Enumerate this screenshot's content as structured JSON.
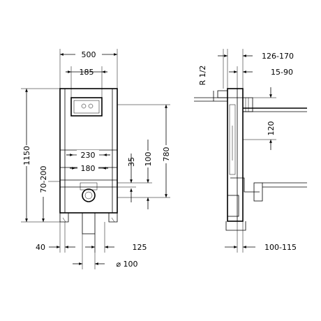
{
  "front_view": {
    "width_total": "500",
    "width_top_plate": "185",
    "width_mid_plate": "230",
    "width_lower": "180",
    "height_total": "1150",
    "height_lower": "70-200",
    "height_upper": "780",
    "offset_100": "100",
    "offset_35": "35",
    "bottom_left": "40",
    "bottom_right": "125",
    "pipe_diameter": "⌀ 100"
  },
  "side_view": {
    "thread": "R 1/2",
    "depth_range": "126-170",
    "offset_range": "15-90",
    "height_120": "120",
    "bottom_range": "100-115"
  }
}
